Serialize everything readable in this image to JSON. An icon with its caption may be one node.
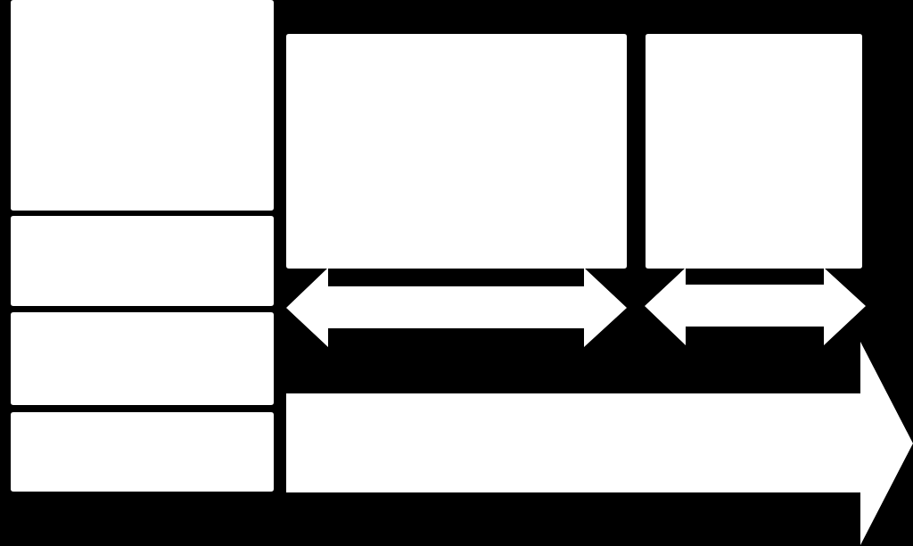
{
  "diagram": {
    "nodes": [
      {
        "text": [],
        "shape": "box"
      },
      {
        "text": [],
        "shape": "box"
      },
      {
        "text": [],
        "shape": "box"
      },
      {
        "text": [],
        "shape": "box"
      },
      {
        "text": [],
        "shape": "box"
      },
      {
        "text": [],
        "shape": "box"
      },
      {
        "text": [],
        "shape": "arrow"
      }
    ]
  }
}
